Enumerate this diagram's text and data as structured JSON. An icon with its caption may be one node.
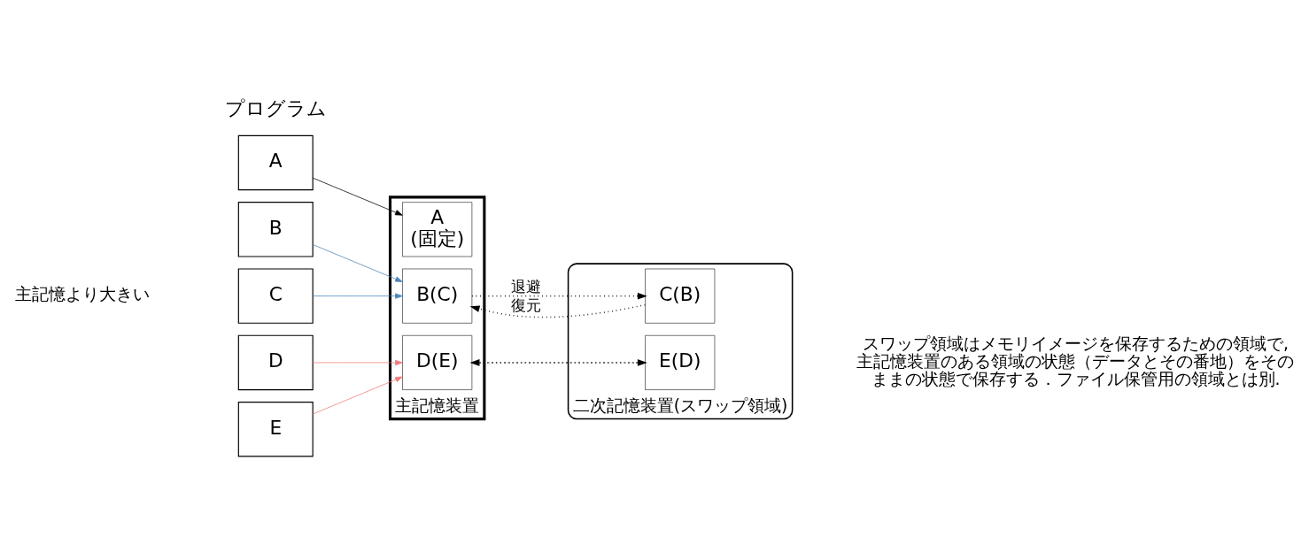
{
  "diagram": {
    "nodes": [
      {
        "text": [
          "A"
        ]
      },
      {
        "text": [
          "B"
        ]
      },
      {
        "text": [
          "C"
        ]
      },
      {
        "text": [
          "D"
        ]
      },
      {
        "text": [
          "E"
        ]
      },
      {
        "text": [
          "主記憶装置"
        ]
      },
      {
        "text": [
          "A",
          "(固定)"
        ],
        "in": 5
      },
      {
        "text": [
          "B(C)"
        ],
        "in": 5
      },
      {
        "text": [
          "D(E)"
        ],
        "in": 5
      },
      {
        "text": [
          "二次記憶装置(スワップ領域)"
        ]
      },
      {
        "text": [
          "C(B)"
        ],
        "in": 9
      },
      {
        "text": [
          "E(D)"
        ],
        "in": 9
      }
    ],
    "edges": [
      {
        "from": 0,
        "to": 6,
        "arrow": "to"
      },
      {
        "from": 1,
        "to": 7,
        "arrow": "to",
        "color": "#4a86b8"
      },
      {
        "from": 2,
        "to": 7,
        "arrow": "to",
        "color": "#4a86b8"
      },
      {
        "from": 3,
        "to": 8,
        "arrow": "to",
        "color": "#f07c7c"
      },
      {
        "from": 4,
        "to": 8,
        "arrow": "to",
        "color": "#f07c7c"
      },
      {
        "from": 7,
        "to": 10,
        "arrow": "to",
        "label": "退避",
        "style": "dashed"
      },
      {
        "from": 10,
        "to": 7,
        "arrow": "to",
        "label": "復元",
        "style": "dashed"
      },
      {
        "from": 8,
        "to": 11,
        "arrow": "to",
        "style": "dashed"
      },
      {
        "from": 11,
        "to": 8,
        "arrow": "to",
        "style": "dashed"
      }
    ],
    "labels": [
      "主記憶より大きい",
      "プログラム",
      "スワップ領域はメモリイメージを保存するための領域で,主記憶装置のある領域の状態（データとその番地）をそのままの状態で保存する．ファイル保管用の領域とは別."
    ]
  }
}
